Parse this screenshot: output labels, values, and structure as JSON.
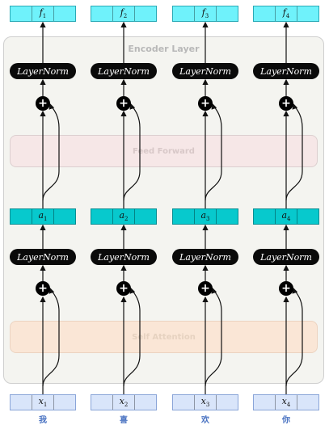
{
  "encoder": {
    "title": "Encoder Layer",
    "feed_forward_label": "Feed Forward",
    "self_attention_label": "Self Attention",
    "layernorm_label": "LayerNorm",
    "plus_symbol": "+"
  },
  "columns": [
    {
      "f_label": "f",
      "f_sub": "1",
      "a_label": "a",
      "a_sub": "1",
      "x_label": "x",
      "x_sub": "1",
      "token": "我"
    },
    {
      "f_label": "f",
      "f_sub": "2",
      "a_label": "a",
      "a_sub": "2",
      "x_label": "x",
      "x_sub": "2",
      "token": "喜"
    },
    {
      "f_label": "f",
      "f_sub": "3",
      "a_label": "a",
      "a_sub": "3",
      "x_label": "x",
      "x_sub": "3",
      "token": "欢"
    },
    {
      "f_label": "f",
      "f_sub": "4",
      "a_label": "a",
      "a_sub": "4",
      "x_label": "x",
      "x_sub": "4",
      "token": "你"
    }
  ],
  "colors": {
    "output_cell": "#6ff2fb",
    "attention_cell": "#07c9cd",
    "input_cell": "#d9e5fa",
    "feed_forward": "#f6e7e7",
    "self_attention": "#fae6d6",
    "token_text": "#4a73c2"
  }
}
